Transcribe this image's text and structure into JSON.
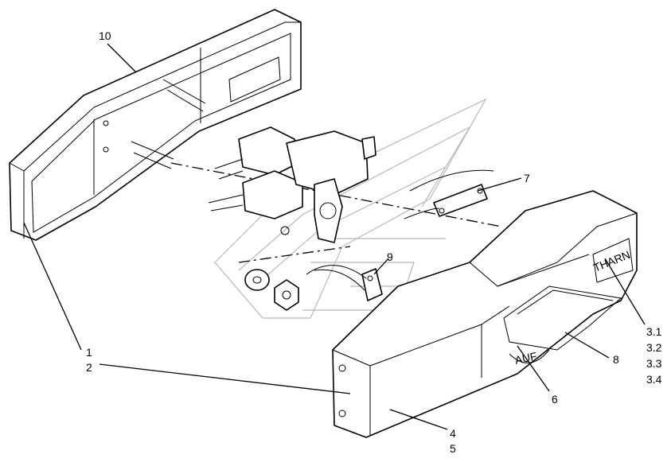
{
  "callouts": [
    {
      "id": "c10",
      "text": "10"
    },
    {
      "id": "c7",
      "text": "7"
    },
    {
      "id": "c9",
      "text": "9"
    },
    {
      "id": "c1",
      "text": "1"
    },
    {
      "id": "c2",
      "text": "2"
    },
    {
      "id": "c31",
      "text": "3.1"
    },
    {
      "id": "c32",
      "text": "3.2"
    },
    {
      "id": "c33",
      "text": "3.3"
    },
    {
      "id": "c34",
      "text": "3.4"
    },
    {
      "id": "c8",
      "text": "8"
    },
    {
      "id": "c6",
      "text": "6"
    },
    {
      "id": "c4",
      "text": "4"
    },
    {
      "id": "c5",
      "text": "5"
    }
  ],
  "lamp_text": "THARN",
  "gauge_text": "AUF"
}
